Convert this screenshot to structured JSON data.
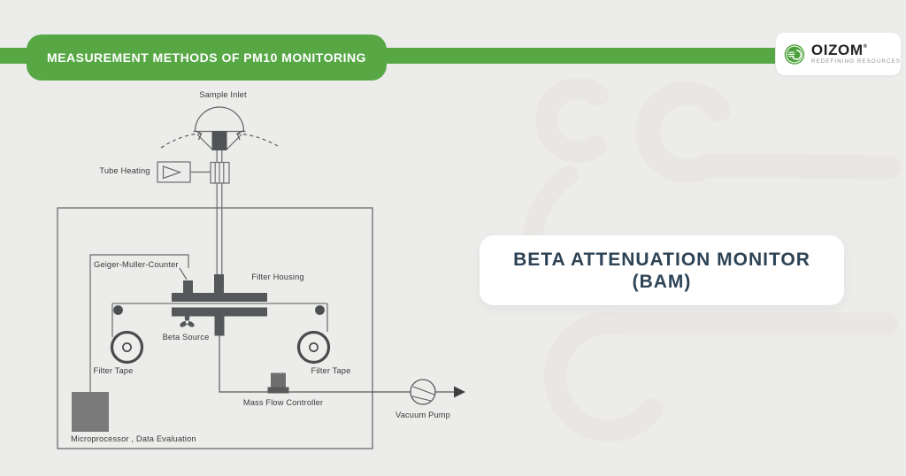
{
  "header": {
    "banner_label": "MEASUREMENT METHODS OF PM10 MONITORING"
  },
  "logo": {
    "brand": "OIZOM",
    "registered_mark": "®",
    "tagline": "REDEFINING RESOURCES",
    "icon": "wind-swirl-icon"
  },
  "title_card": {
    "line1": "BETA ATTENUATION MONITOR",
    "line2": "(BAM)"
  },
  "diagram": {
    "labels": {
      "sample_inlet": "Sample Inlet",
      "tube_heating": "Tube Heating",
      "geiger_muller_counter": "Geiger-Muller-Counter",
      "filter_housing": "Filter Housing",
      "beta_source": "Beta Source",
      "filter_tape_left": "Filter Tape",
      "filter_tape_right": "Filter Tape",
      "mass_flow_controller": "Mass Flow Controller",
      "vacuum_pump": "Vacuum Pump",
      "microprocessor": "Microprocessor , Data Evaluation"
    }
  },
  "colors": {
    "accent_green": "#57a845",
    "title_navy": "#2d4356",
    "background": "#ececeb",
    "diagram_line": "#6a6a6a",
    "diagram_dark_fill": "#54585a",
    "watermark": "#e6e2df"
  }
}
